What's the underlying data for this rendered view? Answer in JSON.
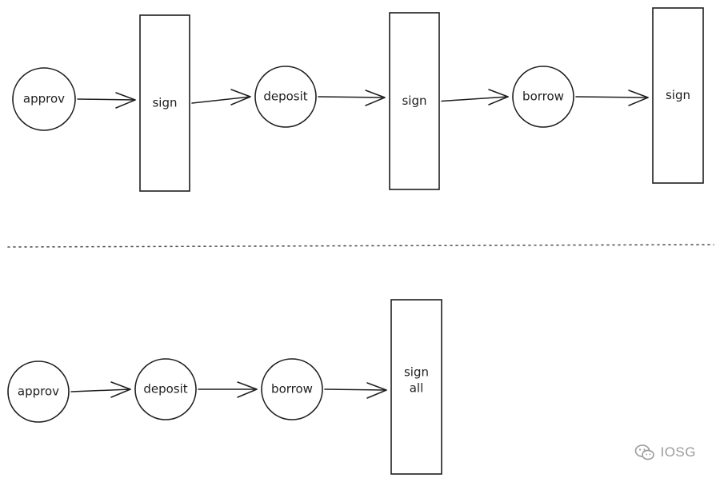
{
  "diagram": {
    "top_row": {
      "nodes": [
        {
          "id": "approv_1",
          "shape": "circle",
          "label": "approv"
        },
        {
          "id": "sign_1",
          "shape": "rect",
          "label": "sign"
        },
        {
          "id": "deposit_1",
          "shape": "circle",
          "label": "deposit"
        },
        {
          "id": "sign_2",
          "shape": "rect",
          "label": "sign"
        },
        {
          "id": "borrow_1",
          "shape": "circle",
          "label": "borrow"
        },
        {
          "id": "sign_3",
          "shape": "rect",
          "label": "sign"
        }
      ],
      "edges": [
        {
          "from": "approv_1",
          "to": "sign_1"
        },
        {
          "from": "sign_1",
          "to": "deposit_1"
        },
        {
          "from": "deposit_1",
          "to": "sign_2"
        },
        {
          "from": "sign_2",
          "to": "borrow_1"
        },
        {
          "from": "borrow_1",
          "to": "sign_3"
        }
      ]
    },
    "divider_style": "dotted",
    "bottom_row": {
      "nodes": [
        {
          "id": "approv_2",
          "shape": "circle",
          "label": "approv"
        },
        {
          "id": "deposit_2",
          "shape": "circle",
          "label": "deposit"
        },
        {
          "id": "borrow_2",
          "shape": "circle",
          "label": "borrow"
        },
        {
          "id": "sign_all",
          "shape": "rect",
          "label": "sign\nall"
        }
      ],
      "edges": [
        {
          "from": "approv_2",
          "to": "deposit_2"
        },
        {
          "from": "deposit_2",
          "to": "borrow_2"
        },
        {
          "from": "borrow_2",
          "to": "sign_all"
        }
      ]
    }
  },
  "watermark": {
    "text": "IOSG",
    "icon": "wechat-icon"
  },
  "colors": {
    "stroke": "#1e1e1e",
    "watermark": "#9a9a9a"
  }
}
